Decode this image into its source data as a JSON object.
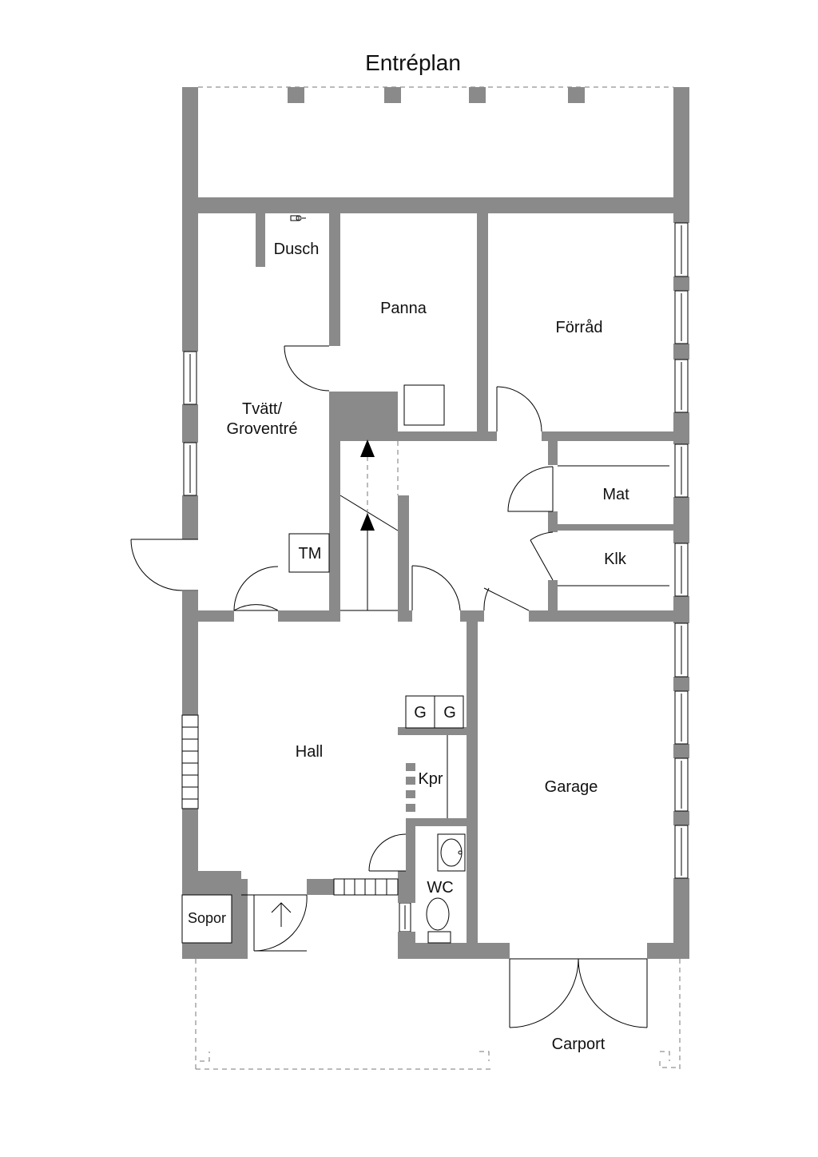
{
  "title": "Entréplan",
  "rooms": {
    "dusch": "Dusch",
    "panna": "Panna",
    "forrad": "Förråd",
    "tvatt_line1": "Tvätt/",
    "tvatt_line2": "Groventré",
    "mat": "Mat",
    "klk": "Klk",
    "tm": "TM",
    "hall": "Hall",
    "g1": "G",
    "g2": "G",
    "kpr": "Kpr",
    "garage": "Garage",
    "wc": "WC",
    "sopor": "Sopor",
    "carport": "Carport"
  },
  "colors": {
    "wall": "#8a8a8a",
    "line": "#000000"
  }
}
